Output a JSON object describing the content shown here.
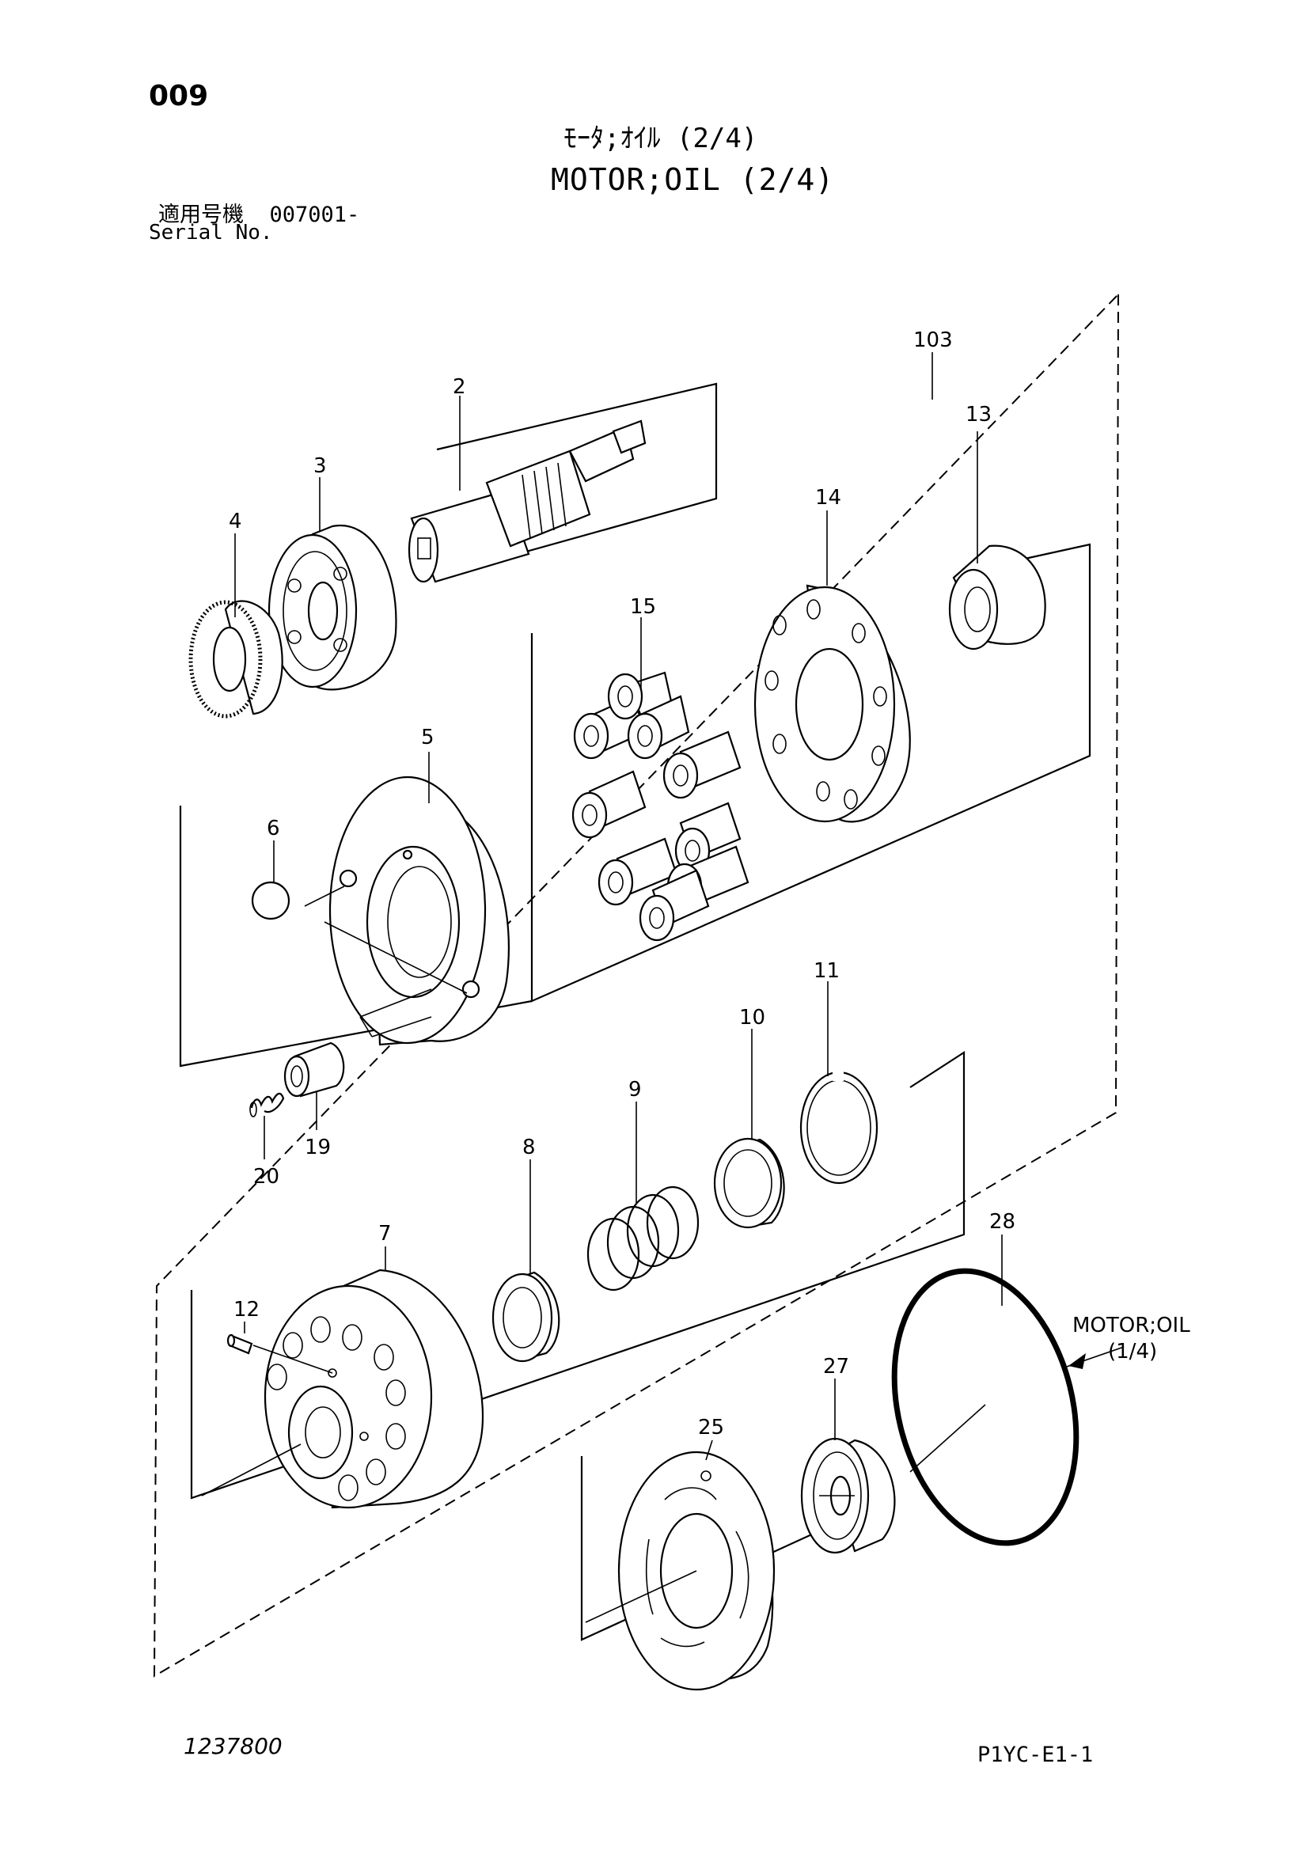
{
  "page": {
    "number": "009",
    "title_jp": "ﾓｰﾀ;ｵｲﾙ (2/4)",
    "title_en": "MOTOR;OIL (2/4)",
    "serial_label_jp": "適用号機",
    "serial_value": "007001-",
    "serial_label_en": "Serial No.",
    "drawing_number": "1237800",
    "page_code": "P1YC-E1-1"
  },
  "diagram": {
    "part_labels": [
      "103",
      "2",
      "13",
      "3",
      "14",
      "4",
      "15",
      "5",
      "6",
      "11",
      "10",
      "9",
      "19",
      "20",
      "8",
      "28",
      "7",
      "12",
      "27",
      "25"
    ],
    "reference": {
      "line1": "MOTOR;OIL",
      "line2": "(1/4)"
    }
  }
}
